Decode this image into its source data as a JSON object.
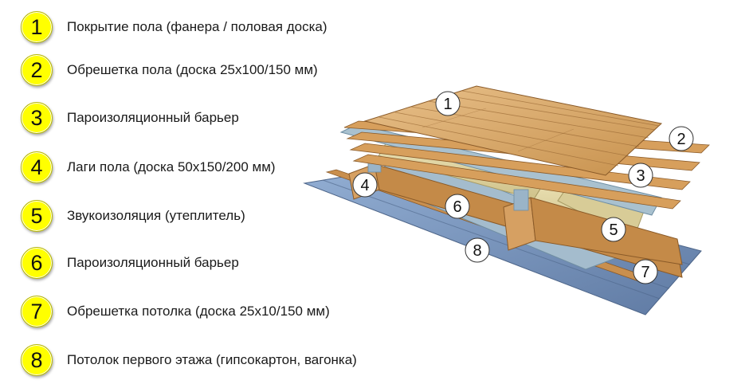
{
  "legend": {
    "items": [
      {
        "number": "1",
        "text": "Покрытие пола (фанера / половая доска)"
      },
      {
        "number": "2",
        "text": "Обрешетка пола (доска 25х100/150 мм)"
      },
      {
        "number": "3",
        "text": "Пароизоляционный барьер"
      },
      {
        "number": "4",
        "text": "Лаги пола (доска 50х150/200 мм)"
      },
      {
        "number": "5",
        "text": "Звукоизоляция (утеплитель)"
      },
      {
        "number": "6",
        "text": "Пароизоляционный барьер"
      },
      {
        "number": "7",
        "text": "Обрешетка потолка (доска 25х10/150 мм)"
      },
      {
        "number": "8",
        "text": "Потолок первого этажа (гипсокартон, вагонка)"
      }
    ]
  },
  "diagram": {
    "callouts": [
      "1",
      "2",
      "3",
      "4",
      "5",
      "6",
      "7",
      "8"
    ]
  },
  "colors": {
    "badge": "#ffff00",
    "wood": "#d9a869",
    "ceiling": "#7f9bc4",
    "membrane": "#9ab4c8",
    "insulation": "#e2d8a8"
  }
}
